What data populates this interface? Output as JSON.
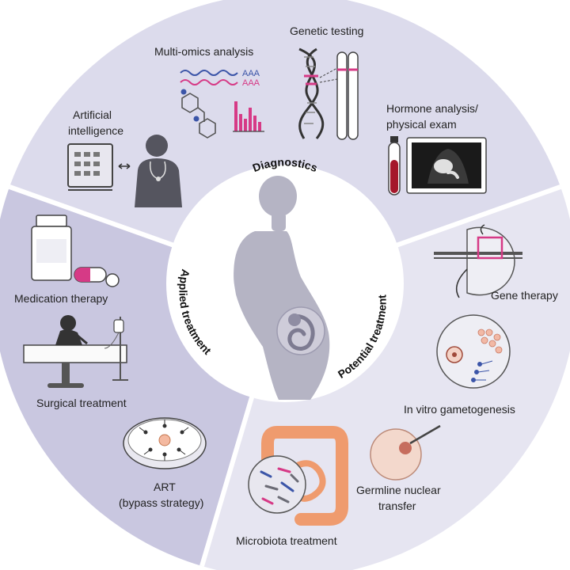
{
  "colors": {
    "diagnostics_bg": "#dcdbec",
    "potential_bg": "#e6e5f1",
    "applied_bg": "#c9c7e0",
    "divider": "#ffffff",
    "silhouette": "#b5b4c4",
    "accent_pink": "#d63a86",
    "accent_blue": "#3b55a8",
    "blood_red": "#a5172b",
    "icon_dark": "#55555f"
  },
  "sections": {
    "diagnostics": "Diagnostics",
    "applied": "Applied treatment",
    "potential": "Potential treatment"
  },
  "items": {
    "multi_omics": "Multi-omics analysis",
    "aaa_1": "AAA",
    "aaa_2": "AAA",
    "genetic_testing": "Genetic testing",
    "ai_1": "Artificial",
    "ai_2": "intelligence",
    "hormone_1": "Hormone analysis/",
    "hormone_2": "physical exam",
    "medication": "Medication therapy",
    "surgical": "Surgical treatment",
    "art_1": "ART",
    "art_2": "(bypass strategy)",
    "gene_therapy": "Gene therapy",
    "ivg": "In vitro gametogenesis",
    "germline_1": "Germline nuclear",
    "germline_2": "transfer",
    "microbiota": "Microbiota treatment"
  }
}
